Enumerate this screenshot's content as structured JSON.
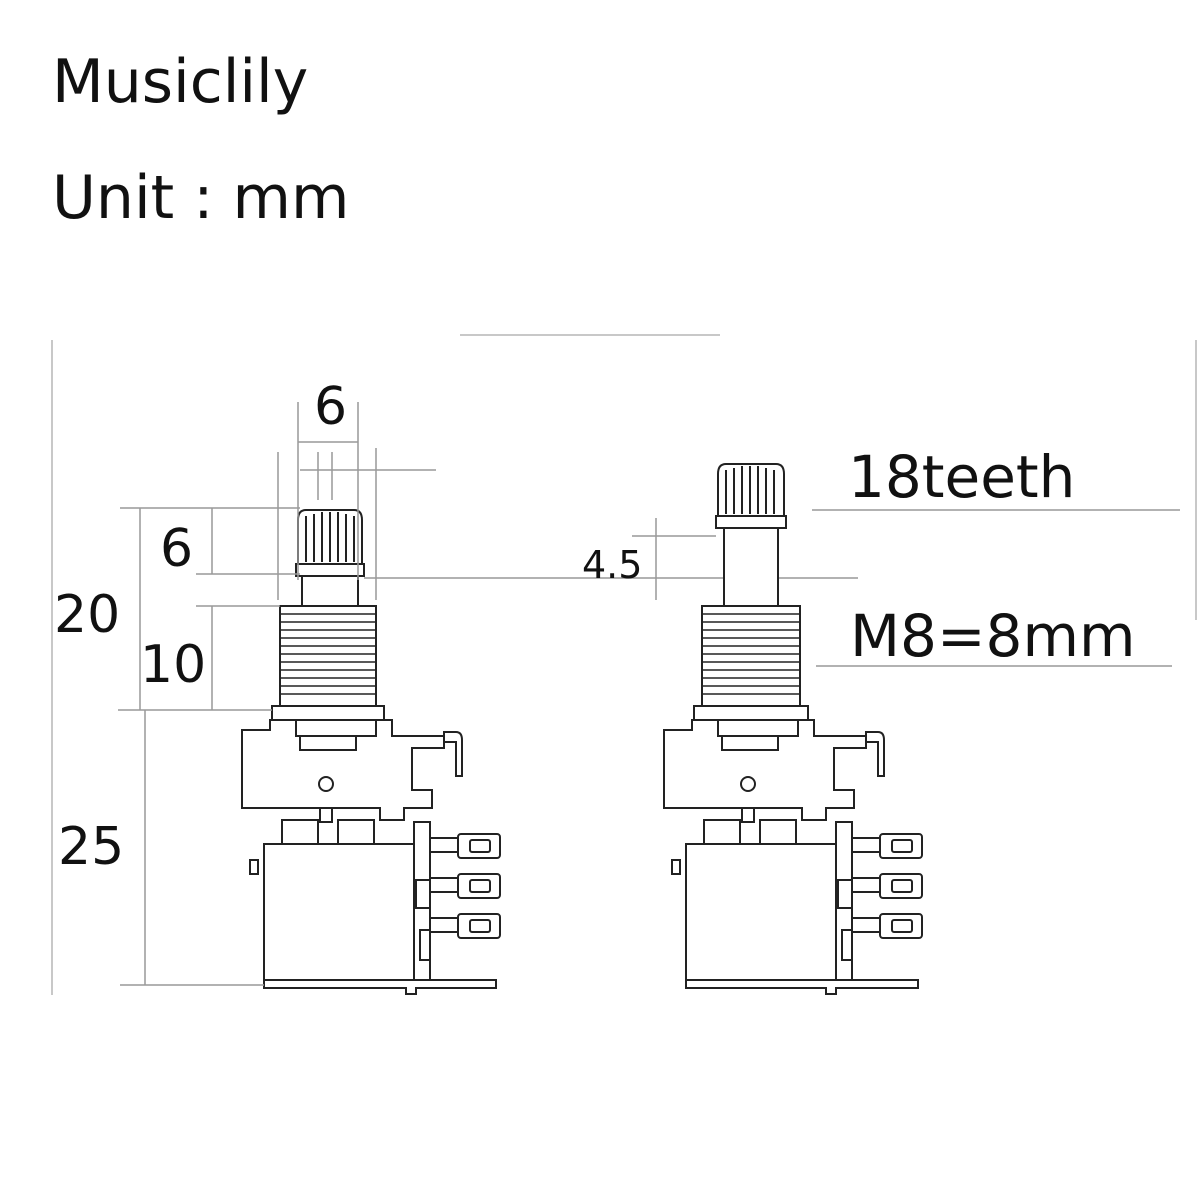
{
  "brand": "Musiclily",
  "unit_label": "Unit : mm",
  "dimensions": {
    "shaft_diameter": "6",
    "knurl_height": "6",
    "total_shaft_length": "20",
    "thread_length": "10",
    "body_height": "25",
    "collar_height": "4.5"
  },
  "callouts": {
    "teeth": "18teeth",
    "thread": "M8=8mm"
  },
  "colors": {
    "line": "#222222",
    "faint": "#999999",
    "text": "#111111"
  }
}
